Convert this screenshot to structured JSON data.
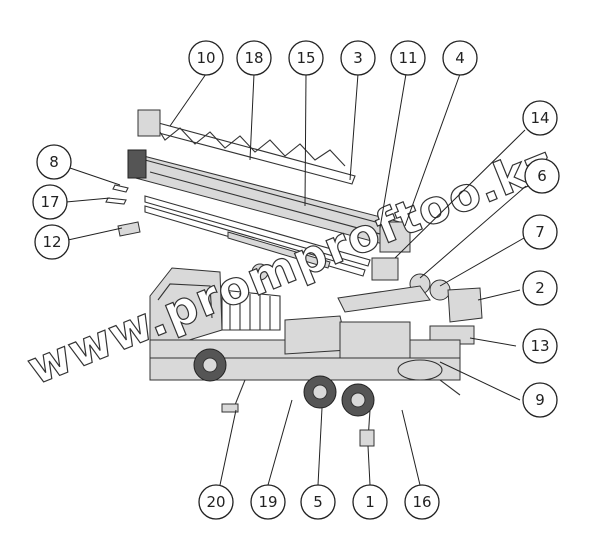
{
  "watermark": "www.promproftoo.kz",
  "callouts": [
    {
      "label": "10"
    },
    {
      "label": "18"
    },
    {
      "label": "15"
    },
    {
      "label": "3"
    },
    {
      "label": "11"
    },
    {
      "label": "4"
    },
    {
      "label": "14"
    },
    {
      "label": "8"
    },
    {
      "label": "17"
    },
    {
      "label": "12"
    },
    {
      "label": "6"
    },
    {
      "label": "7"
    },
    {
      "label": "2"
    },
    {
      "label": "13"
    },
    {
      "label": "9"
    },
    {
      "label": "20"
    },
    {
      "label": "19"
    },
    {
      "label": "5"
    },
    {
      "label": "1"
    },
    {
      "label": "16"
    }
  ]
}
